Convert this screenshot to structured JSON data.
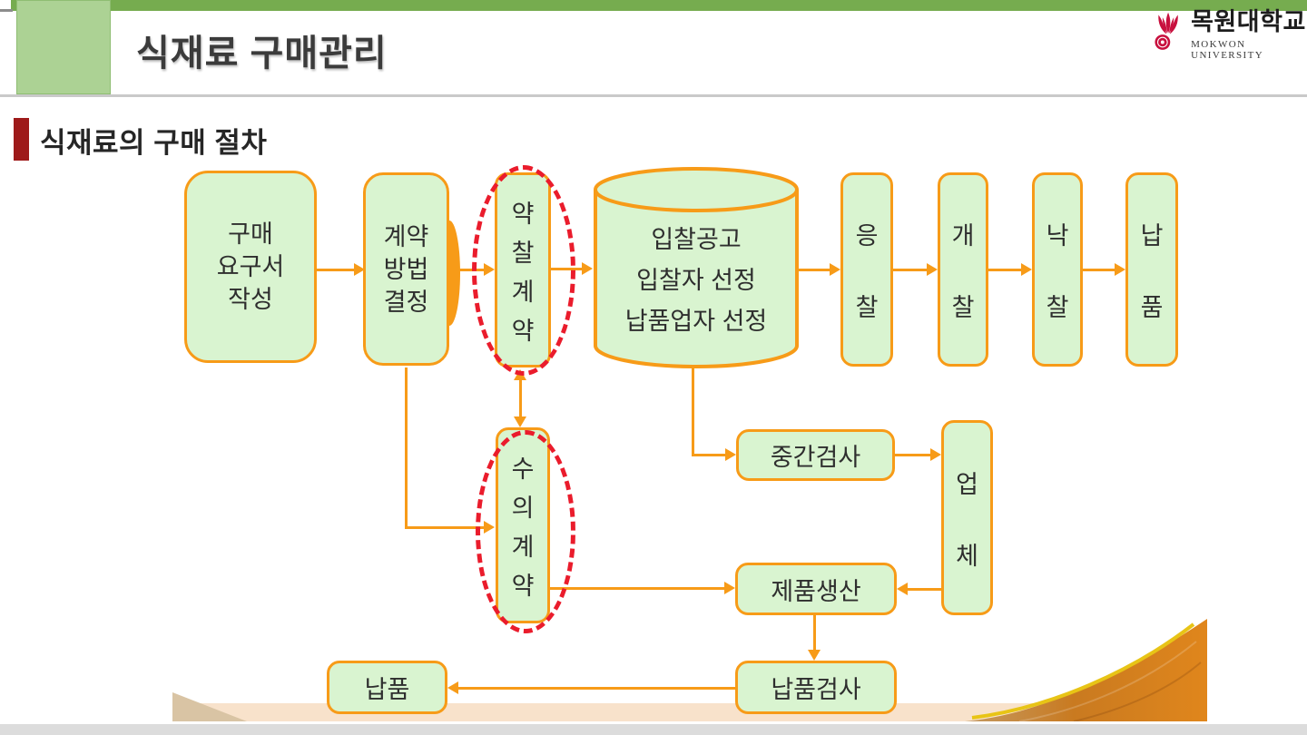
{
  "header": {
    "title": "식재료 구매관리",
    "logo": {
      "name": "목원대학교",
      "name_en": "MOKWON UNIVERSITY"
    }
  },
  "section": {
    "title": "식재료의 구매 절차"
  },
  "flowchart": {
    "request": {
      "lines": [
        "구매",
        "요구서",
        "작성"
      ]
    },
    "method": {
      "lines": [
        "계약",
        "방법",
        "결정"
      ]
    },
    "bid_contract": {
      "chars": [
        "약",
        "찰",
        "계",
        "약"
      ],
      "highlighted": true
    },
    "cylinder": {
      "lines": [
        "입찰공고",
        "입찰자 선정",
        "납품업자 선정"
      ]
    },
    "bidding": {
      "chars": [
        "응",
        "찰"
      ]
    },
    "opening": {
      "chars": [
        "개",
        "찰"
      ]
    },
    "award": {
      "chars": [
        "낙",
        "찰"
      ]
    },
    "delivery_top": {
      "chars": [
        "납",
        "품"
      ]
    },
    "private_contract": {
      "chars": [
        "수",
        "의",
        "계",
        "약"
      ],
      "highlighted": true
    },
    "mid_inspection": {
      "label": "중간검사"
    },
    "vendor": {
      "chars": [
        "업",
        "체"
      ]
    },
    "production": {
      "label": "제품생산"
    },
    "delivery_inspection": {
      "label": "납품검사"
    },
    "delivery": {
      "label": "납품"
    }
  },
  "colors": {
    "header_green": "#76AC4F",
    "corner_green": "#ACD294",
    "section_bar_red": "#9E1A1A",
    "box_fill_green": "#D9F4D0",
    "box_border_orange": "#F79B18",
    "arrow_orange": "#F79B18",
    "highlight_dashed_red": "#EA1C2C",
    "logo_red": "#C8103E",
    "footer_tan": "#F8E2CB",
    "wood_orange": "#D2801E",
    "bottom_bar_gray": "#DCDCDC"
  }
}
